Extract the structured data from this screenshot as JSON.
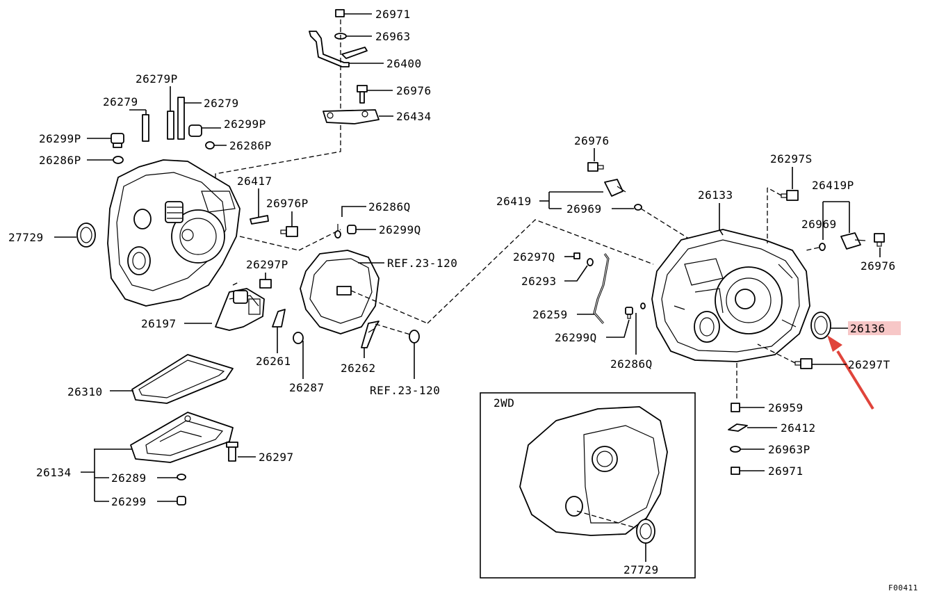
{
  "labels": {
    "p26971a": "26971",
    "p26963": "26963",
    "p26400": "26400",
    "p26976a": "26976",
    "p26434": "26434",
    "p26279P": "26279P",
    "p26279a": "26279",
    "p26279b": "26279",
    "p26299Pa": "26299P",
    "p26299Pb": "26299P",
    "p26286Pa": "26286P",
    "p26286Pb": "26286P",
    "p26417": "26417",
    "p26976P": "26976P",
    "p26286Qa": "26286Q",
    "p26299Qa": "26299Q",
    "p27729a": "27729",
    "pRef1": "REF.23-120",
    "p26297P": "26297P",
    "p26197": "26197",
    "p26261": "26261",
    "p26287": "26287",
    "p26262": "26262",
    "pRef2": "REF.23-120",
    "p26310": "26310",
    "p26297": "26297",
    "p26134": "26134",
    "p26289": "26289",
    "p26299": "26299",
    "p26976b": "26976",
    "p26419": "26419",
    "p26969a": "26969",
    "p26297Q": "26297Q",
    "p26293": "26293",
    "p26259": "26259",
    "p26299Qb": "26299Q",
    "p26286Qb": "26286Q",
    "p26133": "26133",
    "p26297S": "26297S",
    "p26419P": "26419P",
    "p26969b": "26969",
    "p26976c": "26976",
    "p26136": "26136",
    "p26297T": "26297T",
    "p26959": "26959",
    "p26412": "26412",
    "p26963P": "26963P",
    "p26971b": "26971",
    "box2wd": "2WD",
    "p27729b": "27729",
    "figcode": "F00411"
  },
  "highlight_color": "#f7c7c7",
  "arrow_color": "#e0443b"
}
